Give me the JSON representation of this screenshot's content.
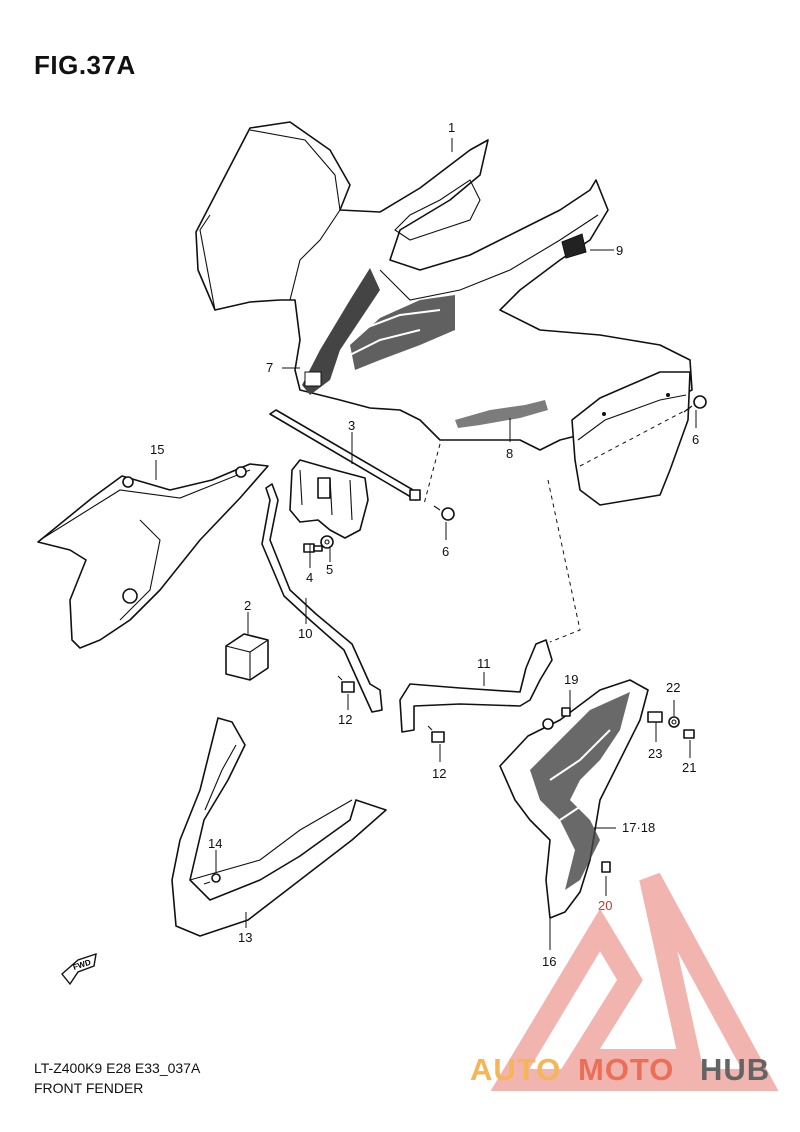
{
  "title": "FIG.37A",
  "footer": {
    "code": "LT-Z400K9 E28 E33_037A",
    "name": "FRONT FENDER"
  },
  "callouts": {
    "c1": "1",
    "c2": "2",
    "c3": "3",
    "c4": "4",
    "c5": "5",
    "c6a": "6",
    "c6b": "6",
    "c7": "7",
    "c8": "8",
    "c9": "9",
    "c10": "10",
    "c11": "11",
    "c12a": "12",
    "c12b": "12",
    "c13": "13",
    "c14": "14",
    "c15": "15",
    "c16": "16",
    "c17": "17·18",
    "c19": "19",
    "c20": "20",
    "c21": "21",
    "c22": "22",
    "c23": "23"
  },
  "fwd_label": "FWD",
  "watermark": {
    "part1": "AUTO",
    "part2": "MOTO",
    "part3": "HUB"
  },
  "colors": {
    "line": "#111111",
    "watermark_red": "#e8553b",
    "watermark_orange": "#f5a93a",
    "watermark_dark": "#4a4a4a",
    "callout_20": "#c0392b"
  }
}
